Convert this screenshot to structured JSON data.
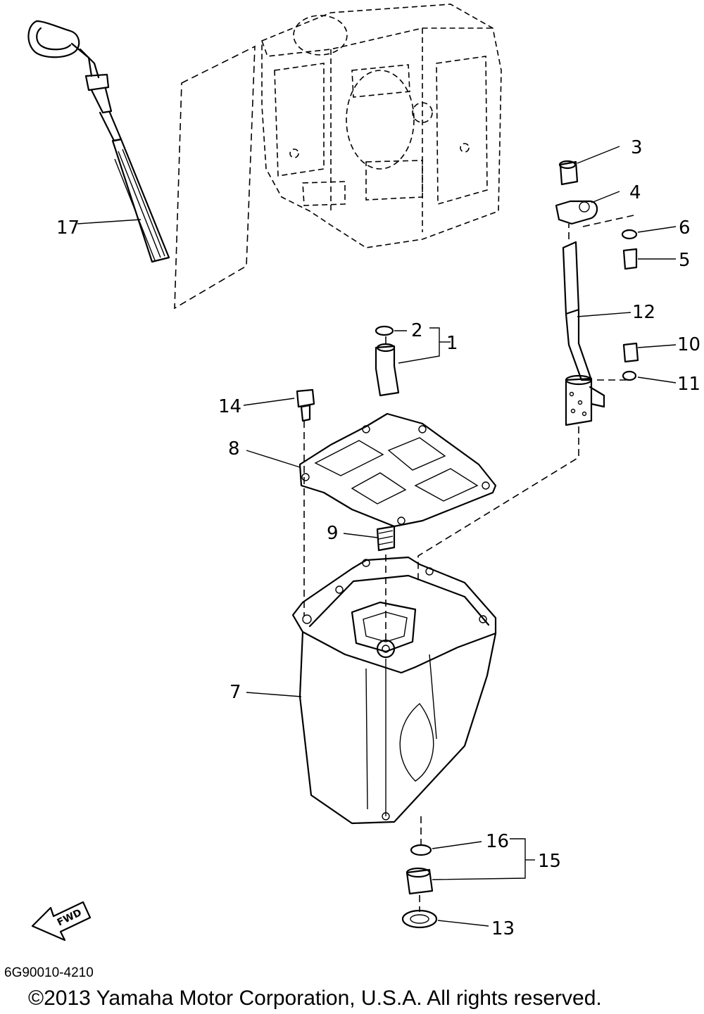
{
  "diagram": {
    "callouts": [
      "1",
      "2",
      "3",
      "4",
      "5",
      "6",
      "7",
      "8",
      "9",
      "10",
      "11",
      "12",
      "13",
      "14",
      "15",
      "16",
      "17"
    ],
    "fwd_label": "FWD",
    "drawing_code": "6G90010-4210",
    "copyright": "©2013 Yamaha Motor Corporation, U.S.A. All rights reserved."
  }
}
